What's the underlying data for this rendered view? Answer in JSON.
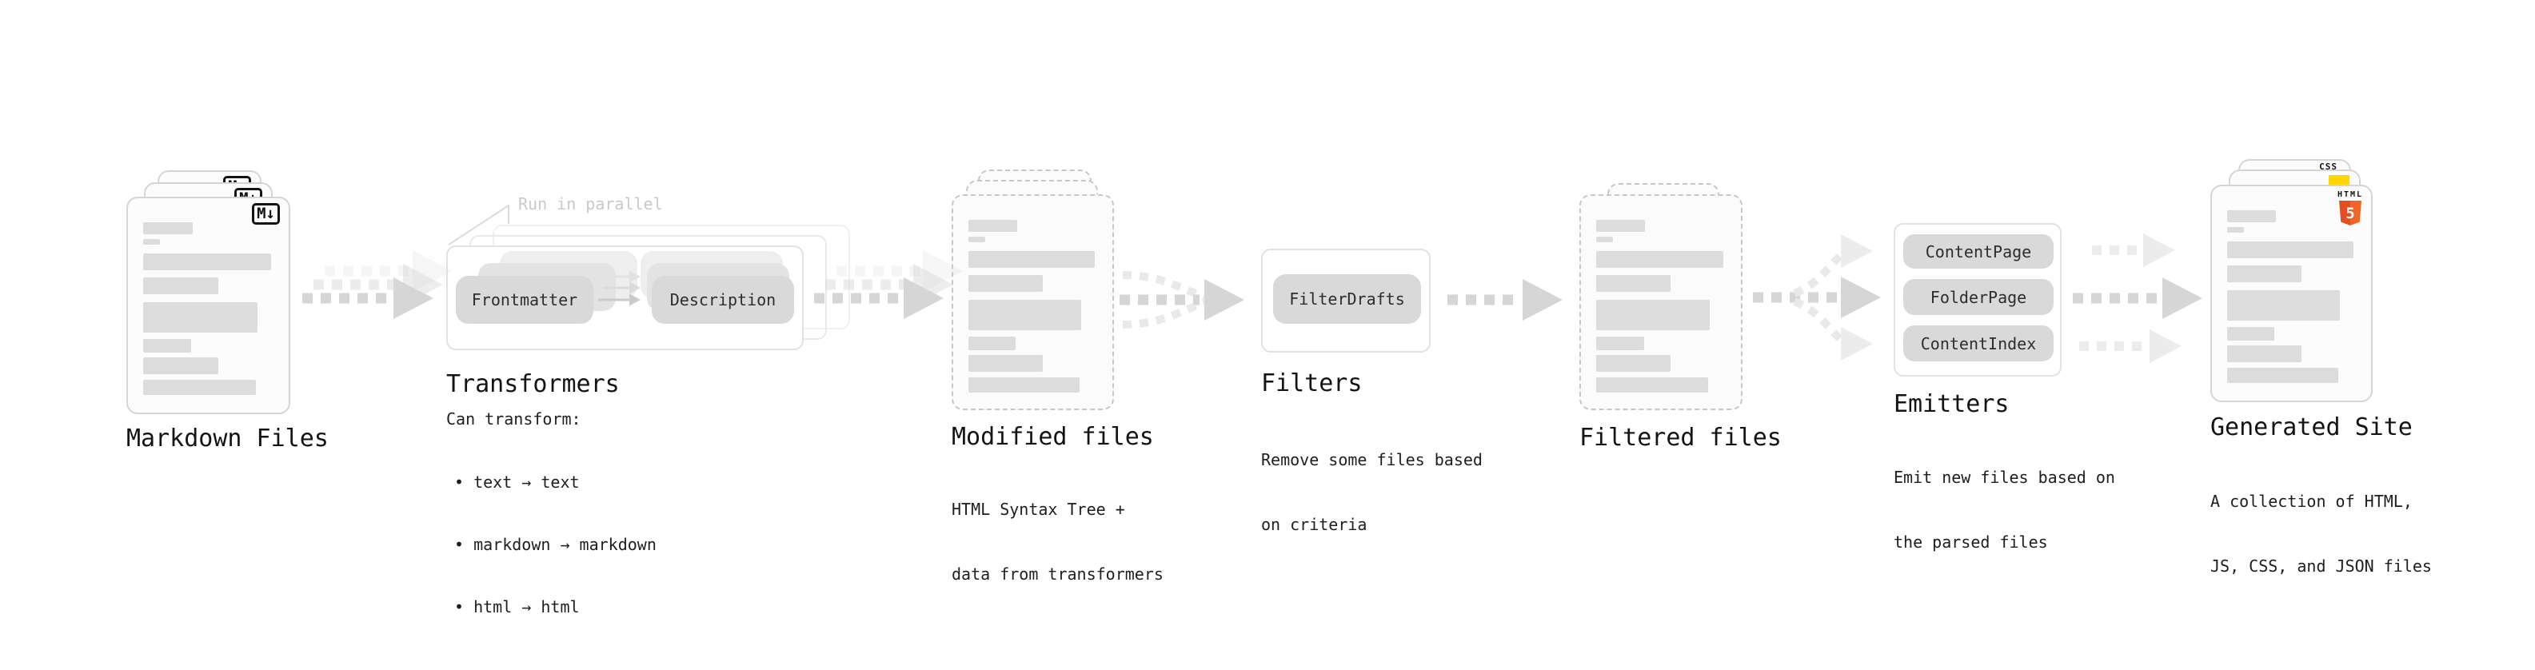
{
  "palette": {
    "accent_blue": "#1a73e8",
    "accent_yellow": "#ffd600",
    "accent_orange": "#f16529",
    "accent_orange_dark": "#e44d26"
  },
  "markdown_files": {
    "label": "Markdown Files",
    "badge": "M↓"
  },
  "transformers": {
    "heading": "Transformers",
    "annotation": "Run in parallel",
    "node_frontmatter": "Frontmatter",
    "node_description": "Description",
    "caption_title": "Can transform:",
    "bullets": [
      "• text → text",
      "• markdown → markdown",
      "• html → html"
    ]
  },
  "modified_files": {
    "label": "Modified files",
    "caption_line1": "HTML Syntax Tree +",
    "caption_line2": "data from transformers"
  },
  "filters": {
    "heading": "Filters",
    "node": "FilterDrafts",
    "caption_line1": "Remove some files based",
    "caption_line2": "on criteria"
  },
  "filtered_files": {
    "label": "Filtered files"
  },
  "emitters": {
    "heading": "Emitters",
    "nodes": [
      "ContentPage",
      "FolderPage",
      "ContentIndex"
    ],
    "caption_line1": "Emit new files based on",
    "caption_line2": "the parsed files"
  },
  "generated_site": {
    "label": "Generated Site",
    "caption_line1": "A collection of HTML,",
    "caption_line2": "JS, CSS, and JSON files",
    "badge_css": "CSS",
    "badge_html": "HTML",
    "badge_html5": "5"
  }
}
